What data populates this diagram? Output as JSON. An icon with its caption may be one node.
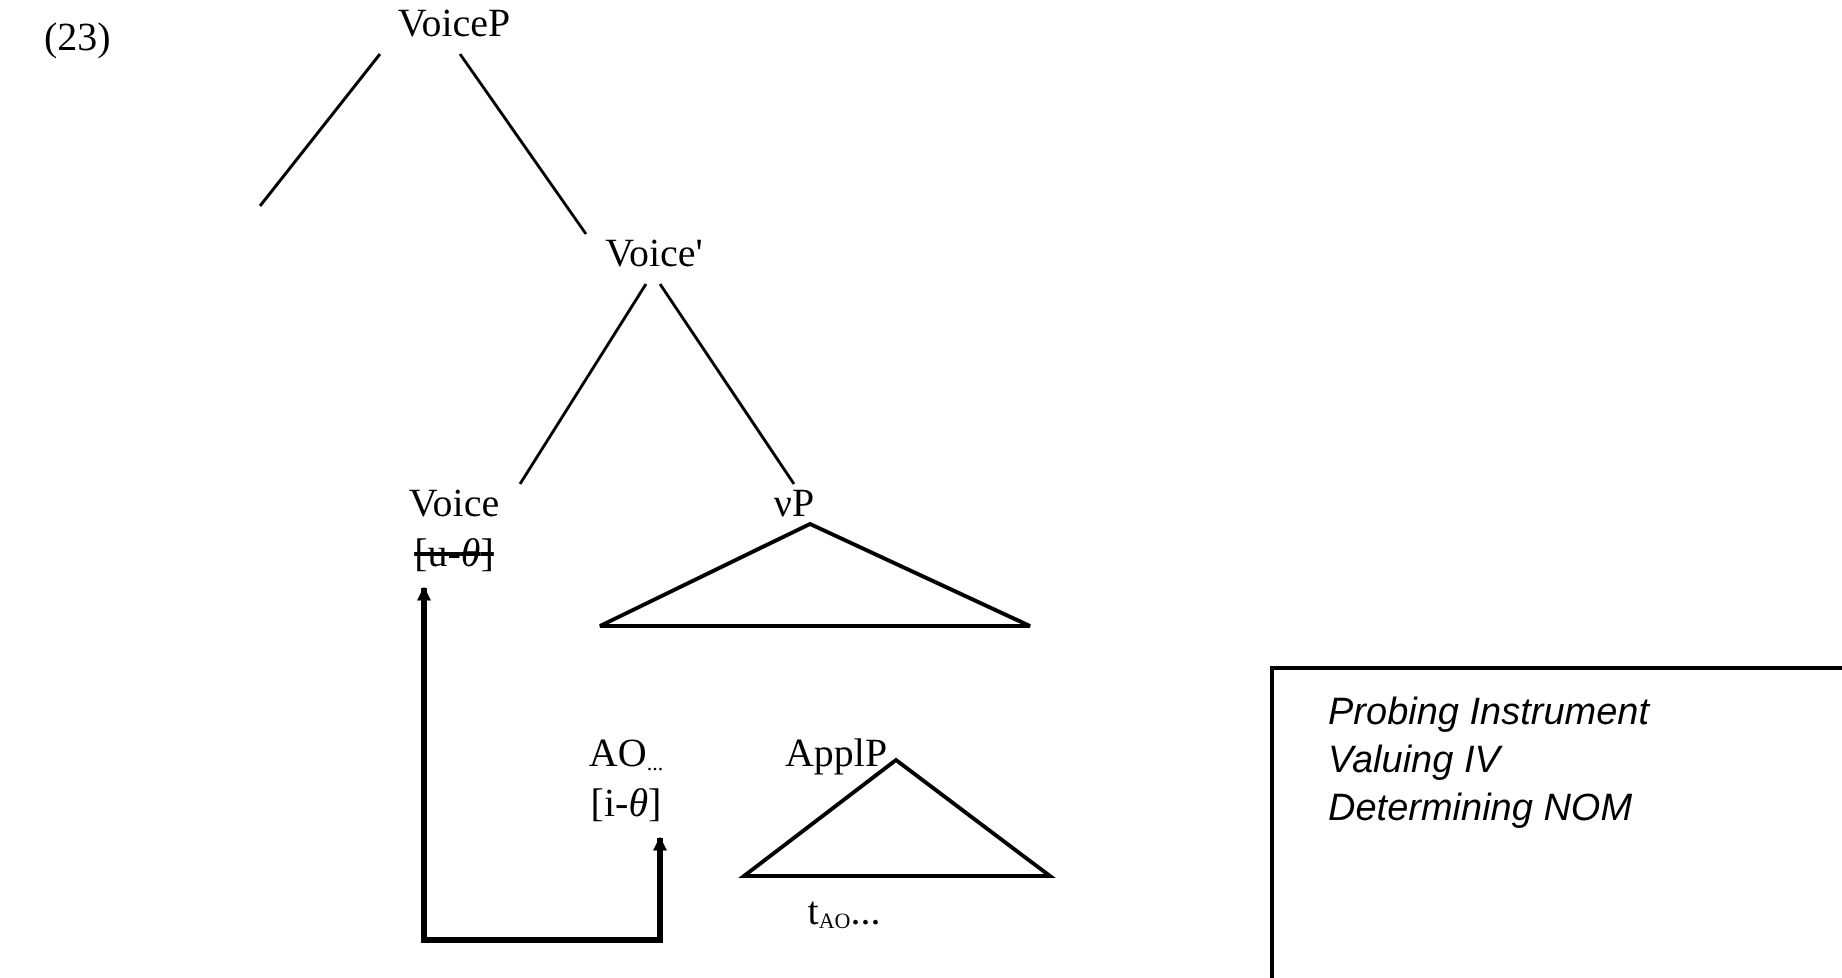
{
  "diagram": {
    "nodes": [
      {
        "text": [
          "VoiceP"
        ]
      },
      {
        "text": [
          "Voice'"
        ]
      },
      {
        "text": [
          "Voice",
          "[u-*θ*]"
        ]
      },
      {
        "text": [
          "νP"
        ]
      },
      {
        "text": [
          "AO$_{...}$",
          "[i-*θ*]"
        ]
      },
      {
        "text": [
          "ApplP"
        ]
      },
      {
        "text": [
          "t$_{AO}$..."
        ]
      },
      {
        "text": [
          "Probing Instrument",
          "Valuing IV",
          "Determining NOM"
        ]
      }
    ],
    "edges": [
      {
        "from": 0,
        "to": null,
        "arrow": "none"
      },
      {
        "from": 0,
        "to": 1,
        "arrow": "none"
      },
      {
        "from": 1,
        "to": 2,
        "arrow": "none"
      },
      {
        "from": 1,
        "to": 3,
        "arrow": "none"
      },
      {
        "from": 4,
        "to": 2,
        "arrow": "both",
        "style": "thick"
      }
    ],
    "labels": [
      "(23)"
    ]
  }
}
